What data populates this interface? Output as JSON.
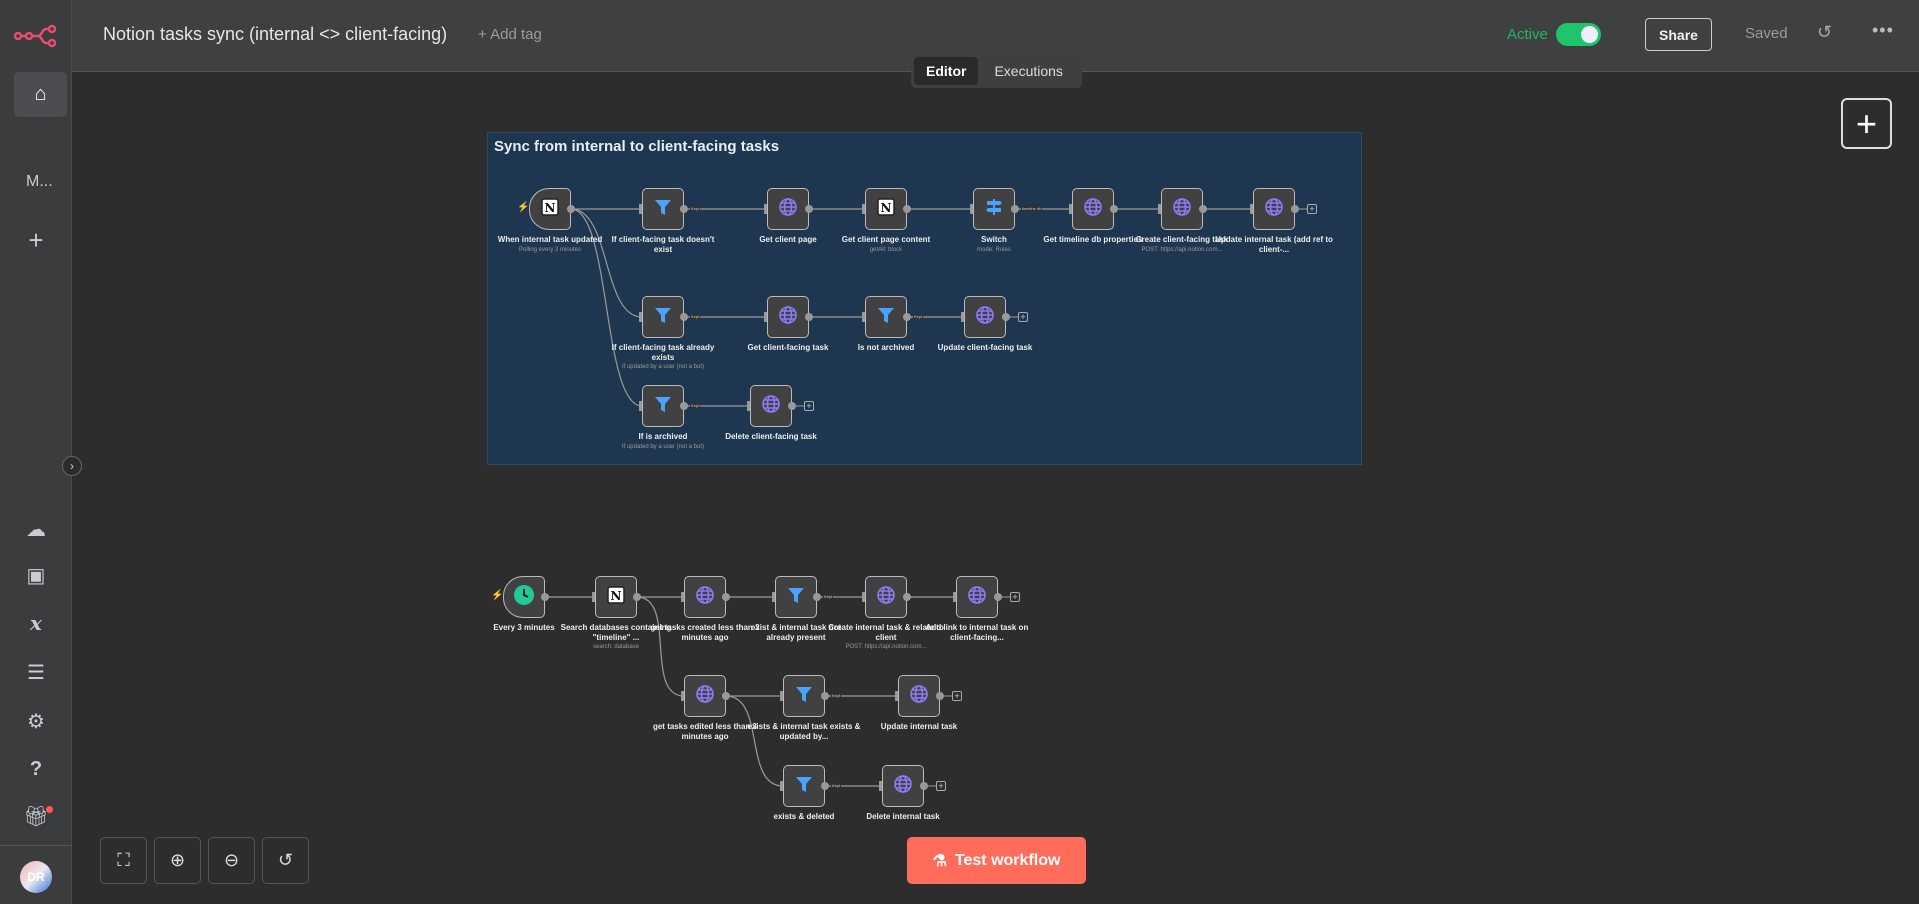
{
  "header": {
    "title": "Notion tasks sync (internal <> client-facing)",
    "add_tag": "+ Add tag",
    "active_label": "Active",
    "active": true,
    "share": "Share",
    "saved": "Saved"
  },
  "tabs": [
    {
      "label": "Editor",
      "selected": true
    },
    {
      "label": "Executions",
      "selected": false
    }
  ],
  "sidebar": {
    "collapsed_label": "M...",
    "avatar_initials": "DR"
  },
  "sticky": {
    "title": "Sync from internal to client-facing tasks"
  },
  "test_button": "Test workflow",
  "colors": {
    "accent": "#ff6d5a",
    "active": "#1ec56a",
    "sticky": "#1e3650"
  },
  "nodes": [
    {
      "label": "When internal task updated",
      "sub": "Polling every 3 minutes",
      "icon": "notion-icon",
      "trigger": true
    },
    {
      "label": "If client-facing task doesn't exist",
      "sub": "",
      "icon": "filter-icon",
      "out": "Kept"
    },
    {
      "label": "Get client page",
      "sub": "",
      "icon": "globe-icon"
    },
    {
      "label": "Get client page content",
      "sub": "getAll: block",
      "icon": "notion-icon"
    },
    {
      "label": "Switch",
      "sub": "mode: Rules",
      "icon": "switch-icon",
      "out": "timeline db"
    },
    {
      "label": "Get timeline db properties",
      "sub": "",
      "icon": "globe-icon"
    },
    {
      "label": "Create client-facing task",
      "sub": "POST: https://api.notion.com...",
      "icon": "globe-icon"
    },
    {
      "label": "Update internal task (add ref to client-...",
      "sub": "",
      "icon": "globe-icon"
    },
    {
      "label": "If client-facing task already exists",
      "sub": "If updated by a user (not a bot)",
      "icon": "filter-icon",
      "out": "Kept"
    },
    {
      "label": "Get client-facing task",
      "sub": "",
      "icon": "globe-icon"
    },
    {
      "label": "Is not archived",
      "sub": "",
      "icon": "filter-icon",
      "out": "Kept"
    },
    {
      "label": "Update client-facing task",
      "sub": "",
      "icon": "globe-icon"
    },
    {
      "label": "If is archived",
      "sub": "If updated by a user (not a bot)",
      "icon": "filter-icon",
      "out": "Kept"
    },
    {
      "label": "Delete client-facing task",
      "sub": "",
      "icon": "globe-icon"
    },
    {
      "label": "Every 3 minutes",
      "sub": "",
      "icon": "clock-icon",
      "trigger": true
    },
    {
      "label": "Search databases containing \"timeline\" ...",
      "sub": "search: database",
      "icon": "notion-icon"
    },
    {
      "label": "get tasks created less than 3 minutes ago",
      "sub": "",
      "icon": "globe-icon"
    },
    {
      "label": "exist & internal task not already present",
      "sub": "",
      "icon": "filter-icon",
      "out": "Kept"
    },
    {
      "label": "Create internal task & relate to client",
      "sub": "POST: https://api.notion.com...",
      "icon": "globe-icon"
    },
    {
      "label": "Add link to internal task on client-facing...",
      "sub": "",
      "icon": "globe-icon"
    },
    {
      "label": "get tasks edited less than 3 minutes ago",
      "sub": "",
      "icon": "globe-icon"
    },
    {
      "label": "exists & internal task exists & updated by...",
      "sub": "",
      "icon": "filter-icon",
      "out": "Kept"
    },
    {
      "label": "Update internal task",
      "sub": "",
      "icon": "globe-icon"
    },
    {
      "label": "exists & deleted",
      "sub": "",
      "icon": "filter-icon",
      "out": "Kept"
    },
    {
      "label": "Delete internal task",
      "sub": "",
      "icon": "globe-icon"
    }
  ]
}
